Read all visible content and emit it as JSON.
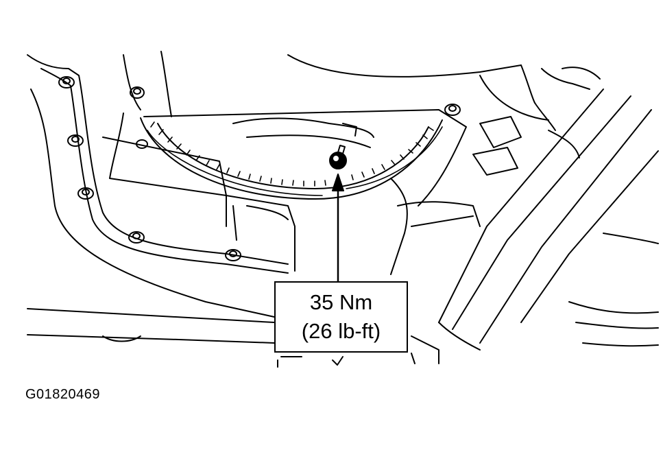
{
  "callout": {
    "metric": "35 Nm",
    "imperial": "(26 lb-ft)"
  },
  "figure_id": "G01820469",
  "colors": {
    "ink": "#000000",
    "paper": "#ffffff"
  }
}
